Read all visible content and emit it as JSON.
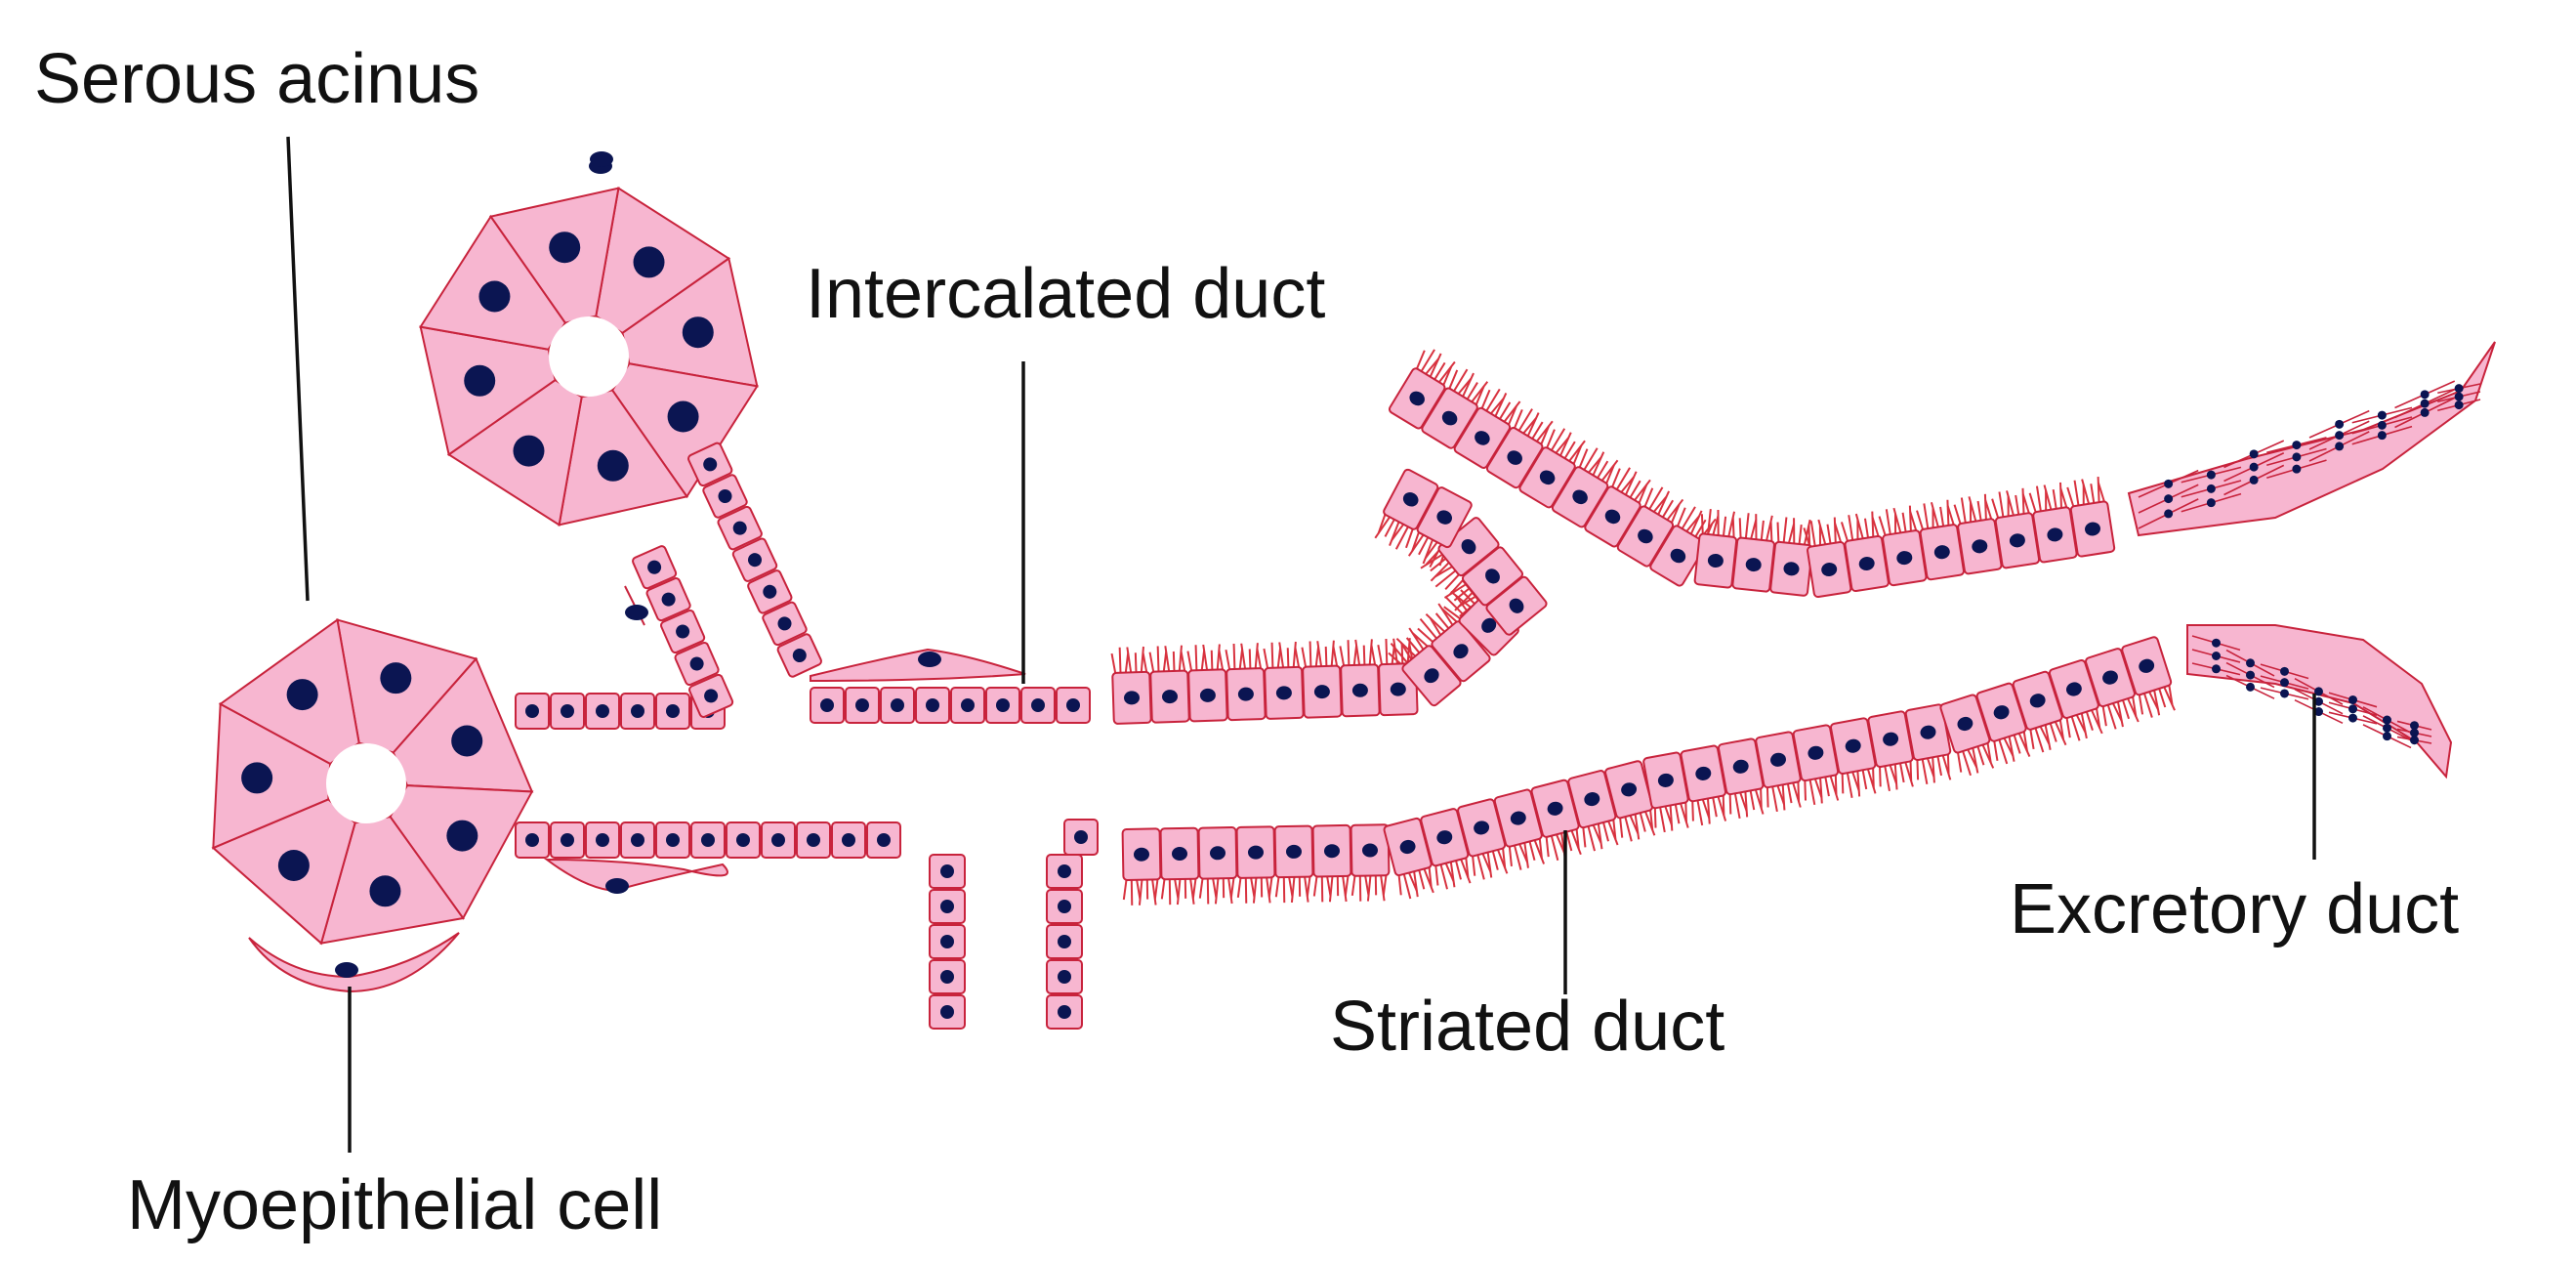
{
  "labels": {
    "serous_acinus": "Serous acinus",
    "intercalated_duct": "Intercalated duct",
    "myoepithelial_cell": "Myoepithelial cell",
    "striated_duct": "Striated duct",
    "excretory_duct": "Excretory duct"
  },
  "colors": {
    "cell_fill": "#f7b6d0",
    "cell_stroke": "#c8233c",
    "nucleus": "#0b1552",
    "striation": "#d8323f",
    "text": "#111111"
  }
}
